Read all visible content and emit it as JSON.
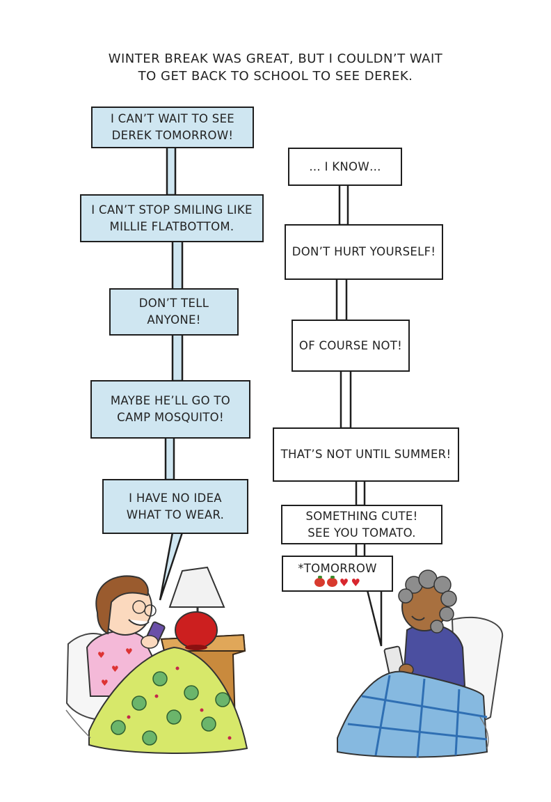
{
  "caption": {
    "line1": "WINTER BREAK WAS GREAT, BUT I COULDN’T WAIT",
    "line2": "TO GET BACK TO SCHOOL TO SEE DEREK."
  },
  "left_messages": [
    {
      "line1": "I CAN’T WAIT TO SEE",
      "line2": "DEREK TOMORROW!"
    },
    {
      "line1": "I CAN’T STOP SMILING LIKE",
      "line2": "MILLIE FLATBOTTOM."
    },
    {
      "line1": "DON’T TELL",
      "line2": "ANYONE!"
    },
    {
      "line1": "MAYBE HE’LL GO TO",
      "line2": "CAMP MOSQUITO!"
    },
    {
      "line1": "I HAVE NO IDEA",
      "line2": "WHAT TO WEAR."
    }
  ],
  "right_messages": [
    {
      "line1": "… I KNOW…"
    },
    {
      "line1": "DON’T HURT YOURSELF!"
    },
    {
      "line1": "OF COURSE NOT!"
    },
    {
      "line1": "THAT’S NOT UNTIL SUMMER!"
    },
    {
      "line1": "SOMETHING CUTE!",
      "line2": "SEE YOU TOMATO."
    },
    {
      "line1": "*TOMORROW",
      "emoji": [
        "tomato",
        "tomato",
        "heart",
        "heart"
      ]
    }
  ],
  "colors": {
    "left_bubble": "#cfe6f1",
    "right_bubble": "#ffffff",
    "outline": "#1e1e1e",
    "quilt_green": "#d7e86a",
    "quilt_blue": "#86b9e0",
    "pajama_pink": "#f4b9d8"
  }
}
